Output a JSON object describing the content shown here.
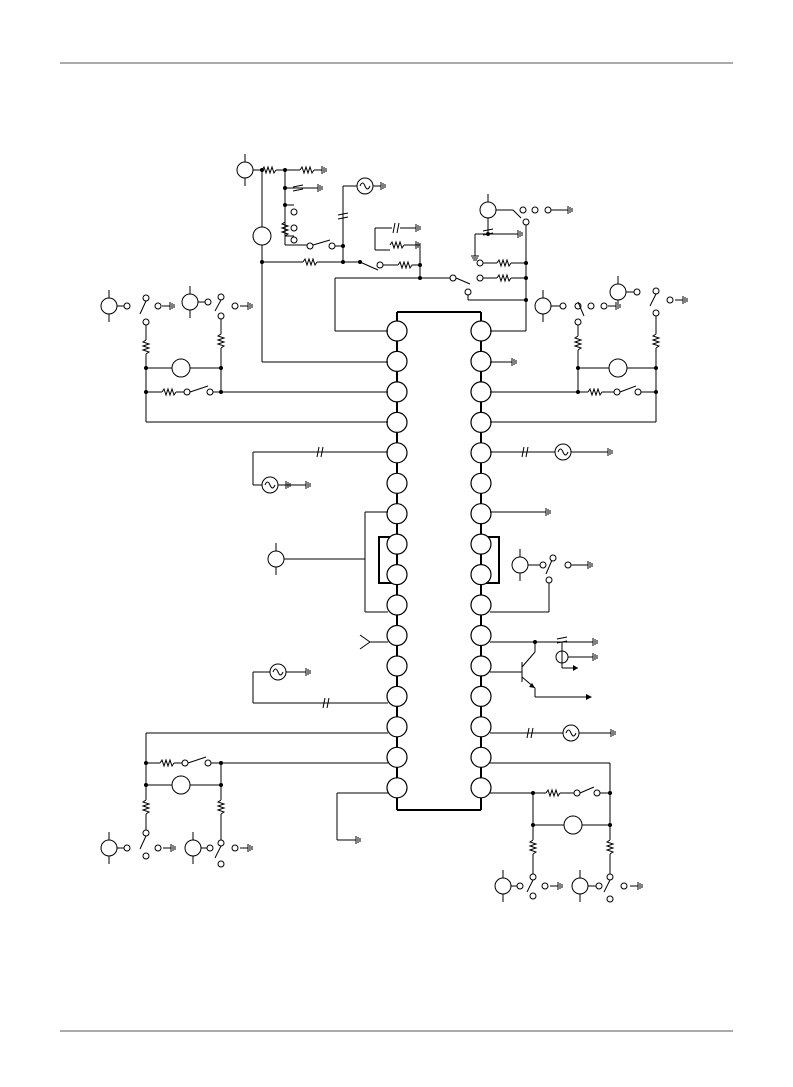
{
  "page": {
    "header_rule": true,
    "footer_rule": true
  },
  "diagram": {
    "kind": "test-circuit-schematic",
    "ic": {
      "left_pins": 16,
      "right_pins": 16,
      "pin_labels": []
    },
    "symbols": {
      "ground": "ground-symbol",
      "resistor": "resistor-symbol",
      "capacitor": "capacitor-symbol",
      "switch": "switch-symbol",
      "meter": "meter-circle-symbol",
      "signal_generator": "ac-source-symbol",
      "transistor": "npn-transistor-symbol"
    },
    "colors": {
      "line": "#000000",
      "background": "#ffffff",
      "rule": "#555555"
    }
  }
}
